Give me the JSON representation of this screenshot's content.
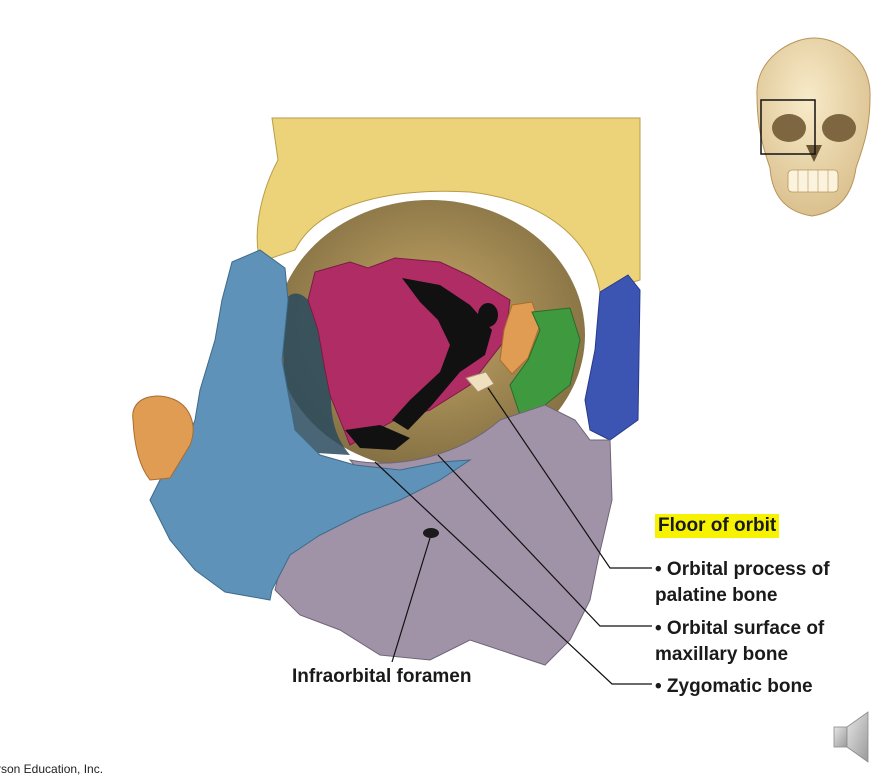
{
  "labels": {
    "heading": "Floor of orbit",
    "items": [
      "• Orbital process of palatine bone",
      "• Orbital surface of maxillary bone",
      "• Zygomatic bone"
    ],
    "infraorbital": "Infraorbital foramen"
  },
  "copyright": "rson Education, Inc.",
  "colors": {
    "frontal": "#ecd37a",
    "zygomatic": "#5f92b8",
    "maxilla": "#a093a8",
    "palatine": "#b02c65",
    "sphenoid": "#3f9a3f",
    "lacrimal_nasal": "#3d55b2",
    "ethmoid": "#e09c52",
    "highlight": "#f6f200"
  },
  "icons": {
    "speaker": "speaker-icon",
    "skull": "skull-thumbnail"
  }
}
